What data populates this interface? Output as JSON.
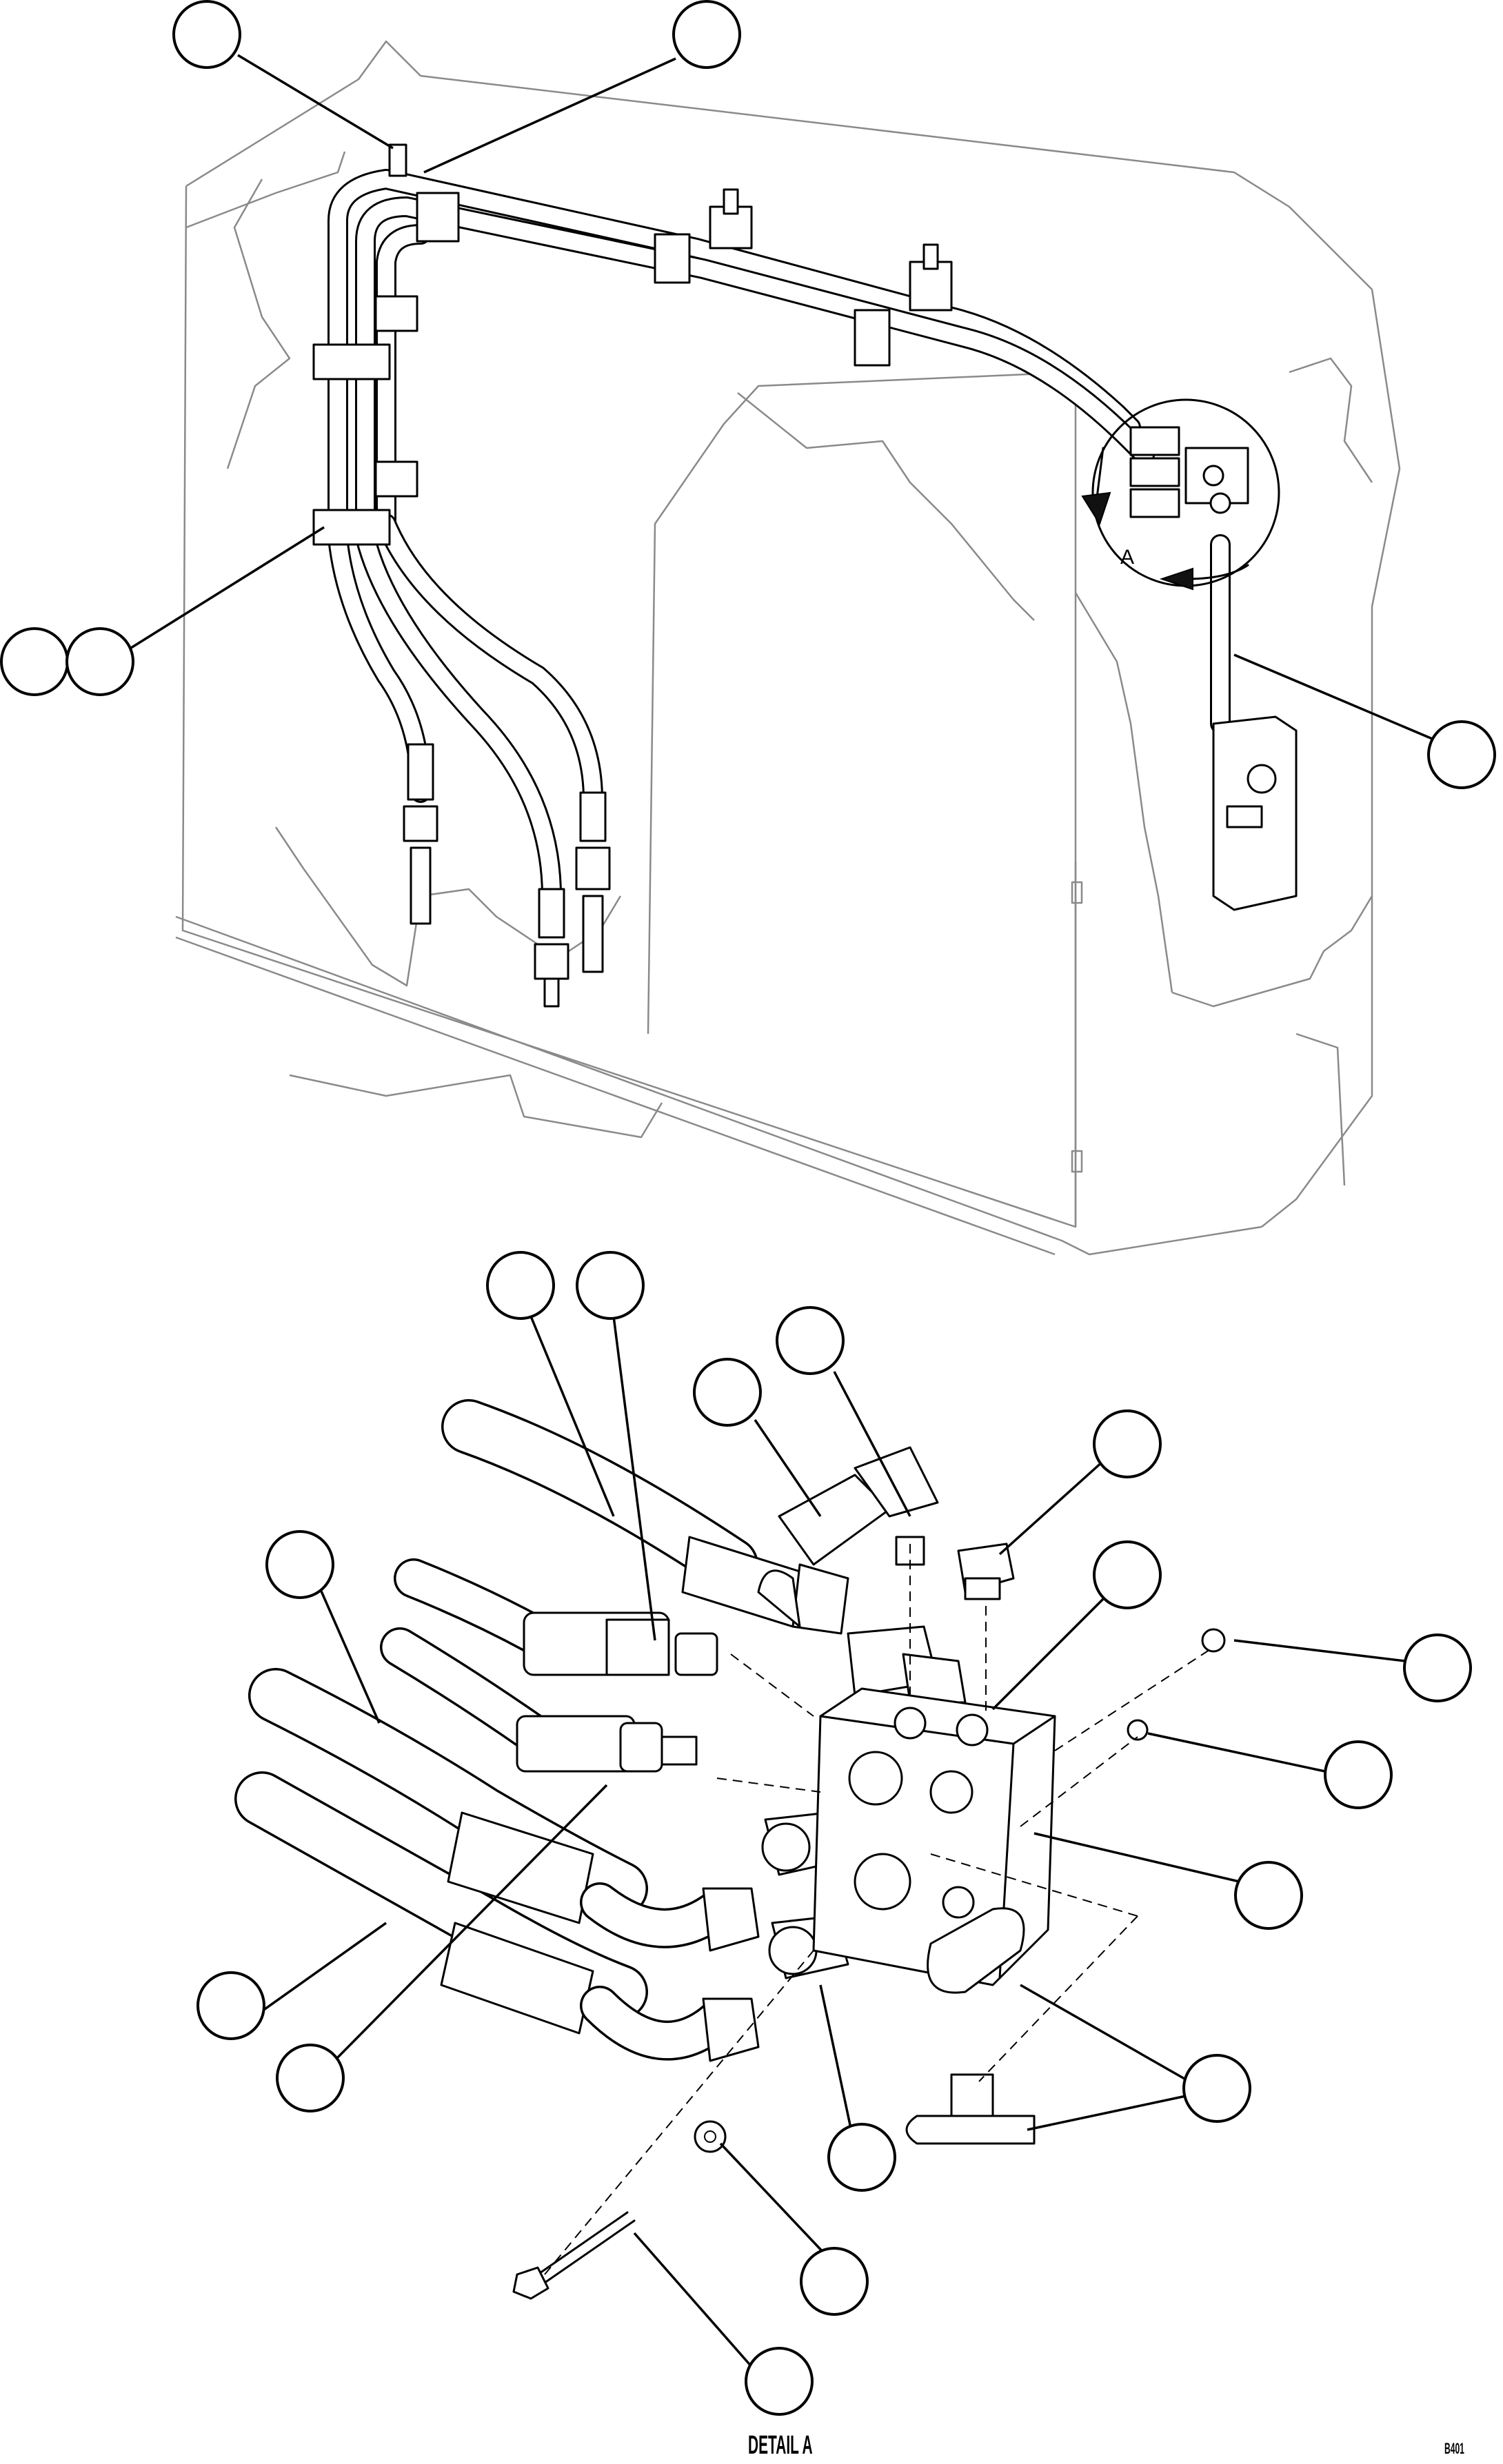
{
  "view_label": "A",
  "detail_caption": "DETAIL A",
  "figure_code": "B401"
}
